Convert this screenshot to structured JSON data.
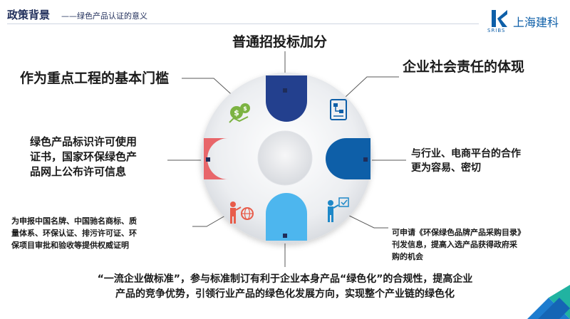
{
  "header": {
    "title": "政策背景",
    "subtitle": "——绿色产品认证的意义"
  },
  "logo": {
    "name": "上海建科",
    "abbr": "SRIBS"
  },
  "center": {
    "label": "普通招投标加分"
  },
  "items": {
    "top_left": "作为重点工程的基本门槛",
    "top_right": "企业社会责任的体现",
    "left": [
      "绿色产品标识许可使用",
      "证书，国家环保绿色产",
      "品网上公布许可信息"
    ],
    "right": [
      "与行业、电商平台的合作",
      "更为容易、密切"
    ],
    "bottom_left": [
      "为申报中国名牌、中国驰名商标、质",
      "量体系、环保认证、排污许可证、环",
      "保项目审批和验收等提供权威证明"
    ],
    "bottom_right": [
      "可申请《环保绿色品牌产品采购目录》",
      "刊发信息，提高入选产品获得政府采",
      "购的机会"
    ],
    "bottom": [
      "“一流企业做标准”，参与标准制订有利于企业本身产品“绿色化”的合规性，提高企业",
      "产品的竞争优势，引领行业产品的绿色化发展方向，实现整个产业链的绿色化"
    ]
  },
  "colors": {
    "top_petal": "#23408e",
    "right_petal": "#0e5fa8",
    "left_petal": "#e8666a",
    "bottom_petal": "#4db6ee",
    "money_icon": "#7cb342",
    "presenter_icon": "#e85c4a",
    "doc_icon": "#0e5fa8",
    "person_icon": "#1e88c8",
    "title": "#1f2d5a"
  },
  "icons": [
    "money-icon",
    "document-flow-icon",
    "presenter-globe-icon",
    "person-checklist-icon"
  ]
}
